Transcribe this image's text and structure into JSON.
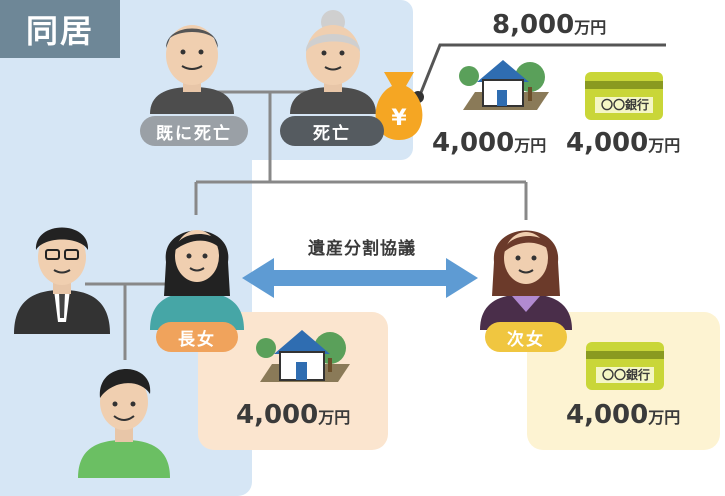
{
  "tag": "同居",
  "labels": {
    "grandfather": "既に死亡",
    "grandmother": "死亡",
    "eldest": "長女",
    "second": "次女"
  },
  "estate": {
    "total": "8,000",
    "house": "4,000",
    "bank": "4,000",
    "unit": "万円"
  },
  "bank_label": "〇〇銀行",
  "arrow_label": "遺産分割協議",
  "eldest_share": {
    "amount": "4,000",
    "unit": "万円"
  },
  "second_share": {
    "amount": "4,000",
    "unit": "万円"
  },
  "colors": {
    "family_bg": "#d6e6f5",
    "tag_bg": "#6e8797",
    "eldest_box": "#fbe5cf",
    "second_box": "#fdf3d2",
    "arrow": "#5e9bd3",
    "eldest_pill": "#f0a35c",
    "second_pill": "#f0c640"
  },
  "icons": [
    "money-bag-icon",
    "house-icon",
    "bank-card-icon"
  ]
}
